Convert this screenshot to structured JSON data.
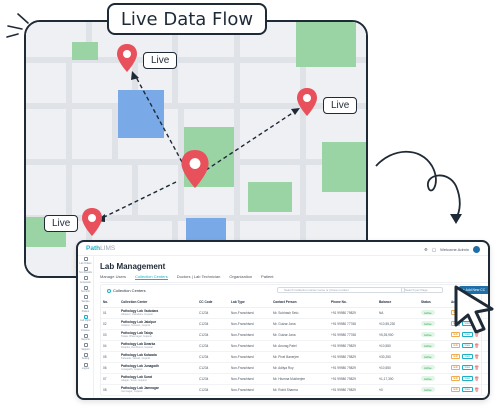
{
  "hero": {
    "title": "Live Data Flow",
    "tags": [
      "Live",
      "Live",
      "Live"
    ]
  },
  "colors": {
    "pin": "#e8505b",
    "accent": "#1ab1c7",
    "primary": "#1e6fa8",
    "outline": "#1f2a37",
    "park": "#9ad3a4",
    "water": "#7aa9e8"
  },
  "app": {
    "logo_main": "Path",
    "logo_sub": "LIMS",
    "user": "Welcome Admin",
    "page_title": "Lab Management",
    "tabs": [
      "Manage Users",
      "Collection Centers",
      "Doctors | Lab Technician",
      "Organization",
      "Patient"
    ],
    "active_tab": "Collection Centers",
    "sidebar": [
      "Lab Orders",
      "Test Results",
      "Accession",
      "Test Info",
      "Sample",
      "Patient",
      "Lab Mgmt",
      "Finance",
      "Reports",
      "Support",
      "Setting",
      "Logout"
    ],
    "panel_title": "Collection Centers",
    "search_placeholder": "Search Collection center name or phone number",
    "search2_placeholder": "Search per Page",
    "add_button": "+ Add New CC",
    "columns": [
      "No.",
      "Collection Center",
      "CC Code",
      "Lab Type",
      "Contact Person",
      "Phone No.",
      "Balance",
      "Status",
      "Action"
    ],
    "rows": [
      {
        "no": "01",
        "name": "Pathology Lab Vadodara",
        "addr": "Alkapuri, Vadodara, Gujarat",
        "code": "C1234",
        "type": "Non-Franchised",
        "person": "Mr. Subhash Setu",
        "phone": "+91 99980 79829",
        "balance": "NA",
        "status": "Active"
      },
      {
        "no": "02",
        "name": "Pathology Lab Jalalpur",
        "addr": "Jalalpur, Navsari, Gujarat",
        "code": "C1234",
        "type": "Non-Franchised",
        "person": "Mr. Gulzar Jana",
        "phone": "+91 99980 77768",
        "balance": "₹10,55,230",
        "status": "Active"
      },
      {
        "no": "03",
        "name": "Pathology Lab Talaja",
        "addr": "Talaja, Bhavnagar, Gujarat",
        "code": "C1234",
        "type": "Non-Franchised",
        "person": "Mr. Gulzar Jana",
        "phone": "+91 99980 77768",
        "balance": "₹5,35,900",
        "status": "Active"
      },
      {
        "no": "04",
        "name": "Pathology Lab Dwarka",
        "addr": "Dwarka, Devbhumi, Gujarat",
        "code": "C1234",
        "type": "Non-Franchised",
        "person": "Mr. Anurag Patel",
        "phone": "+91 99980 79829",
        "balance": "₹10,550",
        "status": "Active"
      },
      {
        "no": "05",
        "name": "Pathology Lab Kalwada",
        "addr": "Kalwada, Valsad, Gujarat",
        "code": "C1234",
        "type": "Non-Franchised",
        "person": "Mr. Pixel Banerjee",
        "phone": "+91 99980 79829",
        "balance": "₹30,250",
        "status": "Active"
      },
      {
        "no": "06",
        "name": "Pathology Lab Junagadh",
        "addr": "Junagadh, Gujarat",
        "code": "C1234",
        "type": "Non-Franchised",
        "person": "Mr. Aditya Roy",
        "phone": "+91 99980 79829",
        "balance": "₹10,550",
        "status": "Active"
      },
      {
        "no": "07",
        "name": "Pathology Lab Surat",
        "addr": "Adajan, Surat, Gujarat",
        "code": "C1234",
        "type": "Non-Franchised",
        "person": "Mr. Hiumna Mukherjee",
        "phone": "+91 99980 79829",
        "balance": "₹1,17,300",
        "status": "Active"
      },
      {
        "no": "08",
        "name": "Pathology Lab Jamnagar",
        "addr": "Jamnagar, Gujarat",
        "code": "C1234",
        "type": "Non-Franchised",
        "person": "Mr. Rohit Sharma",
        "phone": "+91 99980 79829",
        "balance": "₹0",
        "status": "Active"
      }
    ],
    "action_edit": "Edit",
    "action_view": "View",
    "action_delete": "🗑"
  }
}
